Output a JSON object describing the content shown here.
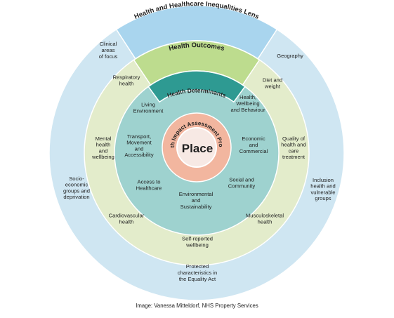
{
  "diagram": {
    "outer_ring_title": "Health and Healthcare Inequalities Lens",
    "outcomes_title": "Health Outcomes",
    "determinants_title": "Health Determinants",
    "process_title": "Health Impact Assessment Process",
    "center_label": "Place",
    "lens_items": [
      "Clinical\nareas\nof focus",
      "Geography",
      "Quality of\nhealth and\ncare\ntreatment",
      "Inclusion\nhealth and\nvulnerable\ngroups",
      "Protected\ncharacteristics in\nthe Equality Act",
      "Socio-\neconomic\ngroups and\ndeprivation"
    ],
    "outcome_items": [
      "Respiratory\nhealth",
      "Diet and\nweight",
      "Mental\nhealth\nand\nwellbeing",
      "Cardiovascular\nhealth",
      "Self-reported\nwellbeing",
      "Musculoskeletal\nhealth"
    ],
    "determinant_items": [
      "Living\nEnvironment",
      "Health,\nWellbeing\nand Behaviour",
      "Transport,\nMovement\nand\nAccessibility",
      "Economic\nand\nCommercial",
      "Access to\nHealthcare",
      "Social and\nCommunity",
      "Environmental\nand\nSustainability"
    ],
    "colors": {
      "lens_ring": "#cfe6f2",
      "lens_banner": "#a9d5ee",
      "outcomes_ring": "#e3eccb",
      "outcomes_banner": "#bddc8e",
      "determinants_ring": "#9ed2cf",
      "determinants_banner": "#2e9a92",
      "process_ring": "#f2b69f",
      "center": "#f7e9e4"
    }
  },
  "caption": "Image: Vanessa Mitteldorf, NHS Property Services"
}
